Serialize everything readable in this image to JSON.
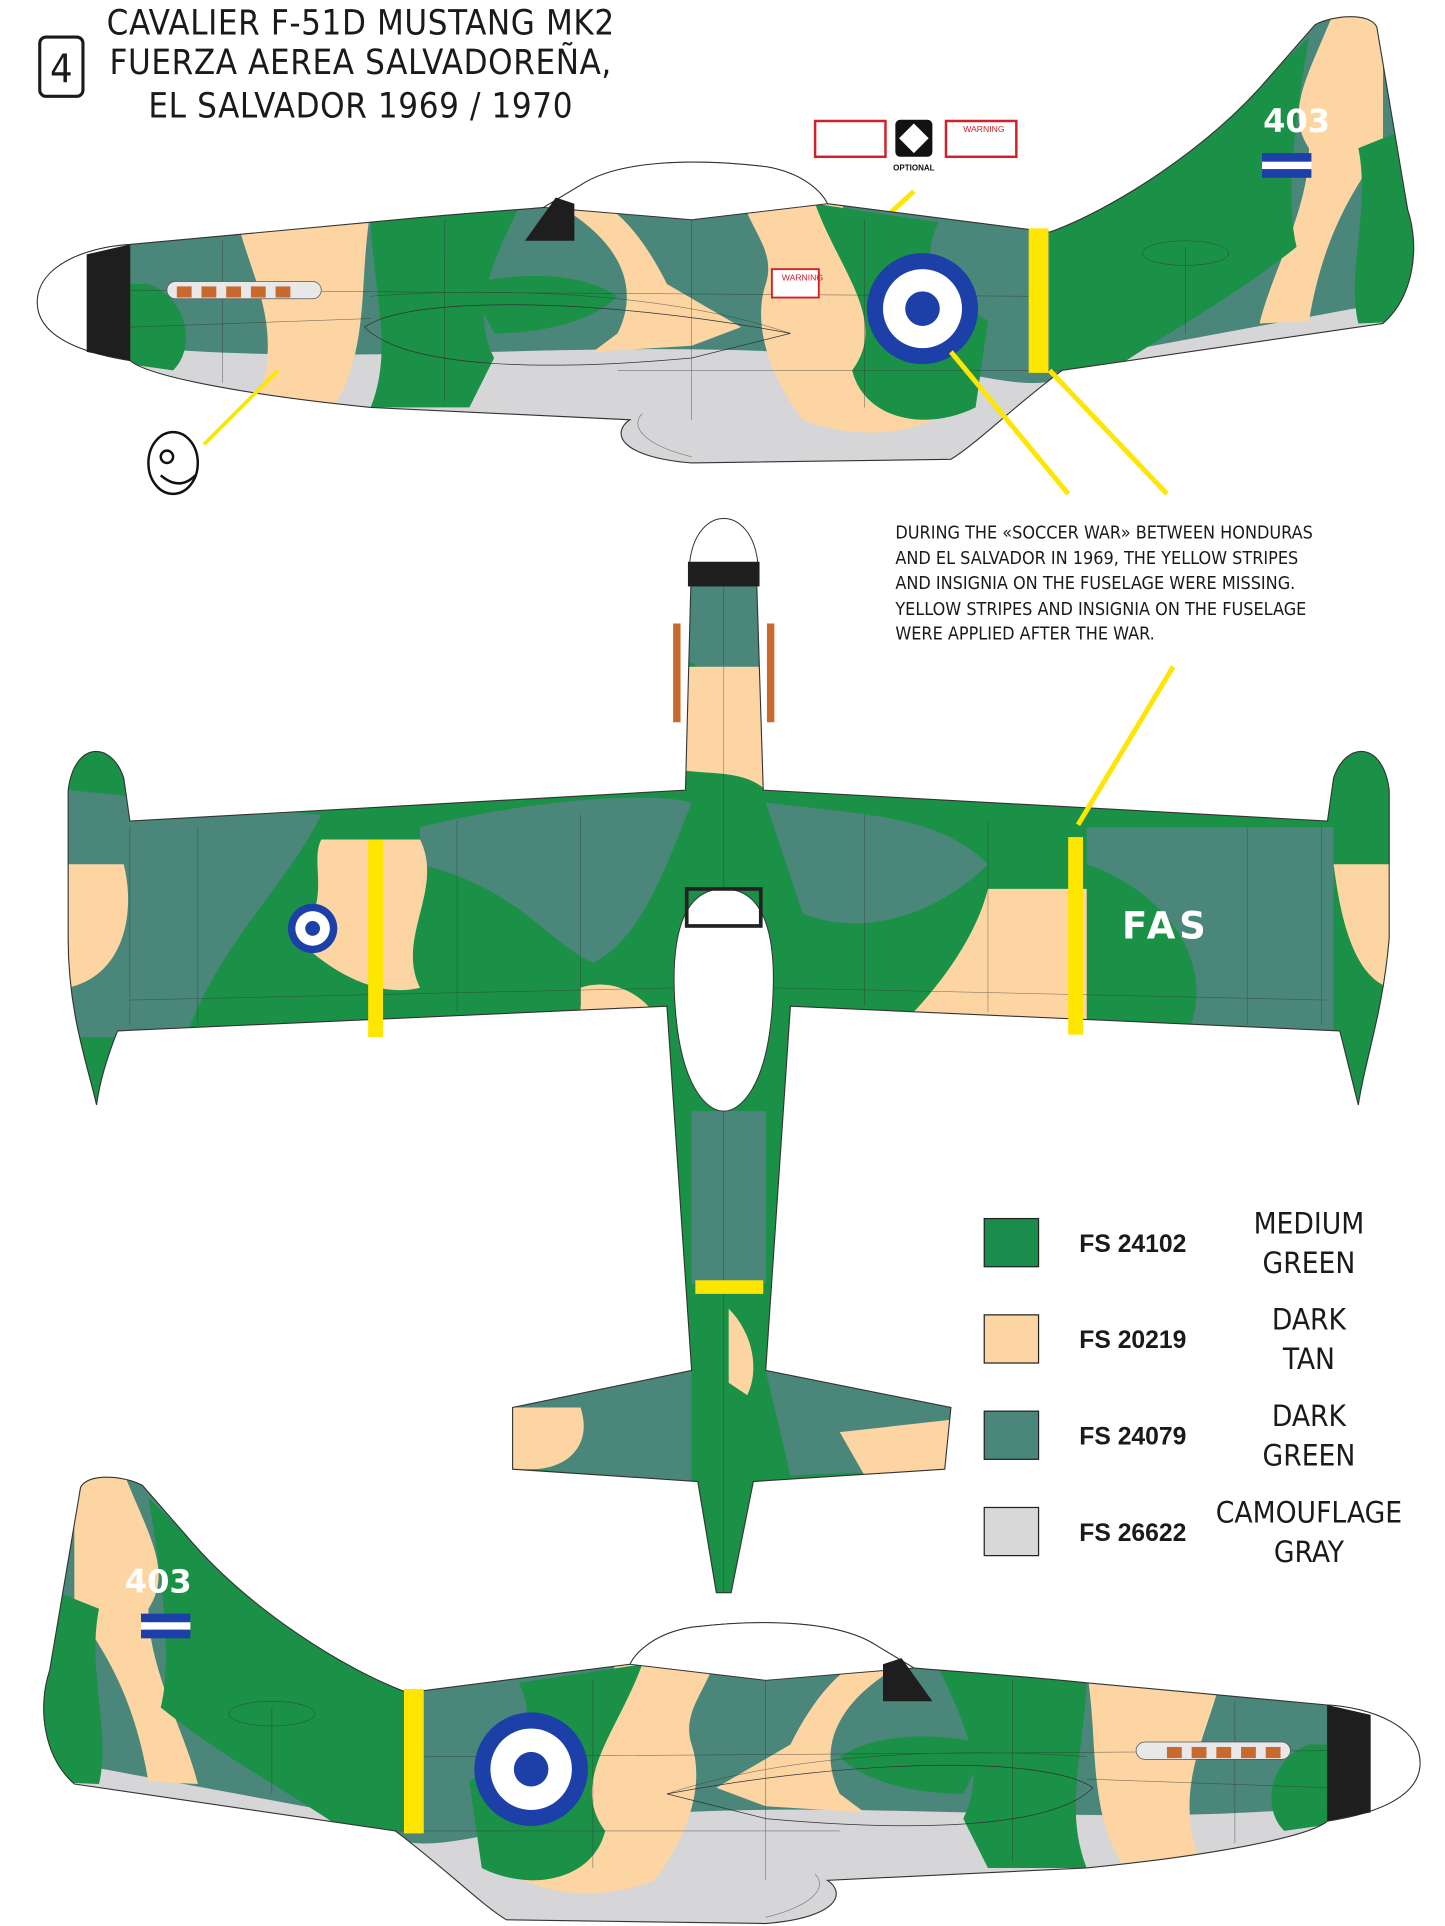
{
  "profile_number": "4",
  "title": {
    "line1": "CAVALIER F-51D MUSTANG MK2",
    "line2": "FUERZA AEREA SALVADOREÑA,",
    "line3": "EL SALVADOR 1969 / 1970"
  },
  "stencils": {
    "warning_label": "WARNING",
    "optional_label": "OPTIONAL"
  },
  "markings": {
    "tail_number": "403",
    "wing_letters": "FAS"
  },
  "note": {
    "lines": [
      "DURING THE «SOCCER WAR» BETWEEN HONDURAS",
      "AND EL SALVADOR IN 1969, THE YELLOW STRIPES",
      "AND INSIGNIA ON THE FUSELAGE WERE MISSING.",
      "YELLOW STRIPES AND INSIGNIA ON THE FUSELAGE",
      "WERE APPLIED AFTER THE WAR."
    ]
  },
  "legend": [
    {
      "code": "FS 24102",
      "name1": "MEDIUM",
      "name2": "GREEN",
      "color": "#1a8c4c"
    },
    {
      "code": "FS 20219",
      "name1": "DARK",
      "name2": "TAN",
      "color": "#fdd5a3"
    },
    {
      "code": "FS 24079",
      "name1": "DARK",
      "name2": "GREEN",
      "color": "#4a877a"
    },
    {
      "code": "FS 26622",
      "name1": "CAMOUFLAGE",
      "name2": "GRAY",
      "color": "#d8d8d8"
    }
  ],
  "colors": {
    "medium_green": "#1a9146",
    "dark_green": "#4a877a",
    "tan": "#fdd5a3",
    "gray": "#d6d6d8",
    "yellow": "#ffe600",
    "roundel_blue": "#1c3fa8"
  }
}
